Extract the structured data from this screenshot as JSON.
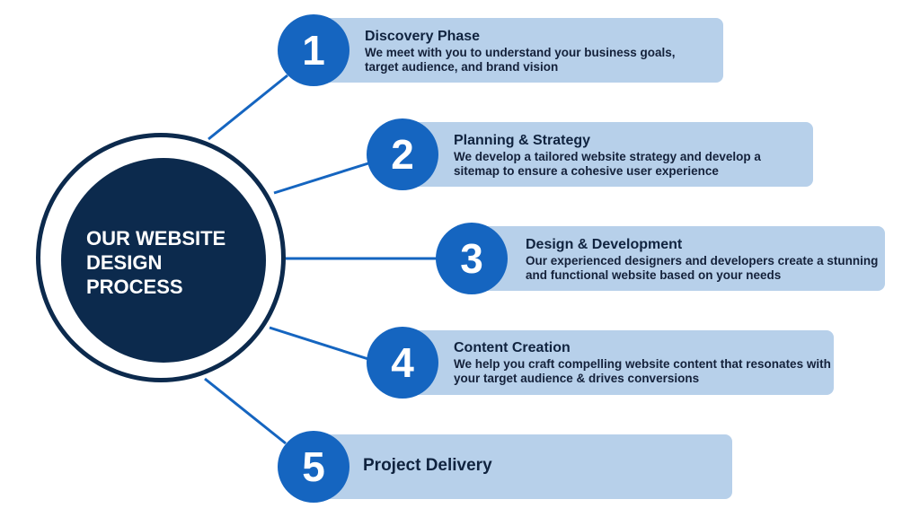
{
  "center": {
    "title": "OUR WEBSITE DESIGN PROCESS"
  },
  "steps": [
    {
      "number": "1",
      "title": "Discovery Phase",
      "description": "We meet with you to understand your business goals, target audience, and brand vision"
    },
    {
      "number": "2",
      "title": "Planning & Strategy",
      "description": "We develop a tailored website strategy and develop a sitemap to ensure a cohesive user experience"
    },
    {
      "number": "3",
      "title": "Design & Development",
      "description": "Our experienced designers and developers create a stunning and functional website based on your needs"
    },
    {
      "number": "4",
      "title": "Content Creation",
      "description": "We help you craft compelling website content that resonates with your target audience & drives conversions"
    },
    {
      "number": "5",
      "title": "Project Delivery"
    }
  ],
  "colors": {
    "dark": "#0c2a4d",
    "accent": "#1565c0",
    "box": "#b7d0ea"
  }
}
